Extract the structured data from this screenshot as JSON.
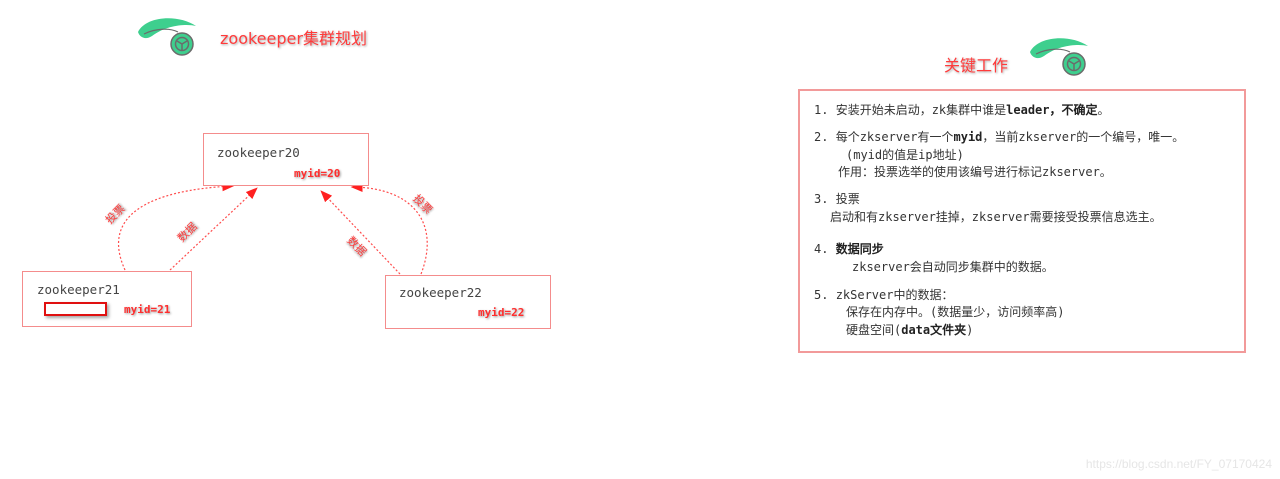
{
  "left_section": {
    "title": "zookeeper集群规划",
    "icon": "zookeeper-logo-icon",
    "nodes": [
      {
        "name": "zookeeper20",
        "myid": "myid=20"
      },
      {
        "name": "zookeeper21",
        "myid": "myid=21"
      },
      {
        "name": "zookeeper22",
        "myid": "myid=22"
      }
    ],
    "edges": [
      {
        "from": "zookeeper21",
        "to": "zookeeper20",
        "label": "投票"
      },
      {
        "from": "zookeeper21",
        "to": "zookeeper20",
        "label": "数据"
      },
      {
        "from": "zookeeper22",
        "to": "zookeeper20",
        "label": "投票"
      },
      {
        "from": "zookeeper22",
        "to": "zookeeper20",
        "label": "数据"
      }
    ],
    "colors": {
      "accent": "#ff3b3b",
      "border": "#f48c8c",
      "logo_green": "#3ecf8e"
    }
  },
  "right_section": {
    "title": "关键工作",
    "icon": "zookeeper-logo-icon",
    "items": [
      {
        "num": "1.",
        "parts": [
          "安装开始未启动，zk集群中谁是",
          "leader，不确定",
          "。"
        ]
      },
      {
        "num": "2.",
        "parts": [
          "每个zkserver有一个",
          "myid",
          "，当前zkserver的一个编号，唯一。"
        ],
        "sub": [
          "(myid的值是ip地址)",
          "作用：投票选举的使用该编号进行标记zkserver。"
        ]
      },
      {
        "num": "3.",
        "parts": [
          "投票"
        ],
        "sub": [
          "启动和有zkserver挂掉，zkserver需要接受投票信息选主。"
        ]
      },
      {
        "num": "4.",
        "parts": [
          "数据同步"
        ],
        "sub": [
          "zkserver会自动同步集群中的数据。"
        ]
      },
      {
        "num": "5.",
        "parts": [
          "zkServer中的数据："
        ],
        "sub": [
          "保存在内存中。(数据量少，访问频率高)",
          "硬盘空间(",
          "data文件夹",
          ")"
        ]
      }
    ]
  },
  "watermark": "https://blog.csdn.net/FY_07170424"
}
